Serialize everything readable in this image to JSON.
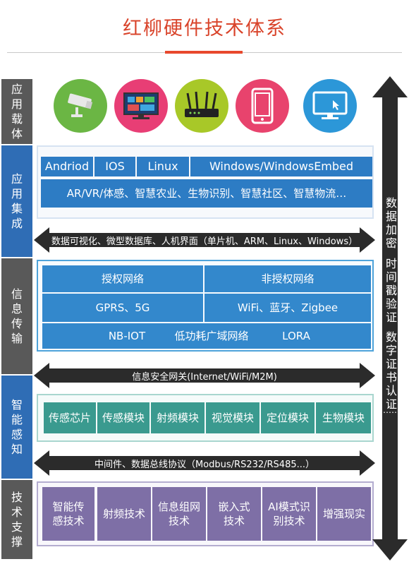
{
  "title": "红柳硬件技术体系",
  "layers": {
    "app_carrier": "应用载体",
    "app_integration": "应用集成",
    "info_transmission": "信息传输",
    "smart_sensing": "智能感知",
    "tech_support": "技术支撑"
  },
  "icons": [
    "camera-icon",
    "display-icon",
    "router-icon",
    "phone-icon",
    "monitor-icon"
  ],
  "icon_colors": [
    "#6bb644",
    "#e83e75",
    "#a8c828",
    "#e8436d",
    "#2c97d8"
  ],
  "integration": {
    "os": [
      "Andriod",
      "IOS",
      "Linux",
      "Windows/WindowsEmbed"
    ],
    "scenarios": "AR/VR/体感、智慧农业、生物识别、智慧社区、智慧物流…"
  },
  "arrow_labels": {
    "a1": "数据可视化、微型数据库、人机界面（单片机、ARM、Linux、Windows）",
    "a2": "信息安全网关(Internet/WiFi/M2M)",
    "a3": "中间件、数据总线协议（Modbus/RS232/RS485...）"
  },
  "transmission": {
    "licensed": "授权网络",
    "unlicensed": "非授权网络",
    "gprs": "GPRS、5G",
    "wifi": "WiFi、蓝牙、Zigbee",
    "nbiot": "NB-IOT",
    "lpwan": "低功耗广域网络",
    "lora": "LORA"
  },
  "sensing": [
    "传感芯片",
    "传感模块",
    "射频模块",
    "视觉模块",
    "定位模块",
    "生物模块"
  ],
  "support": [
    "智能传感技术",
    "射频技术",
    "信息组网技术",
    "嵌入式技术",
    "AI模式识别技术",
    "增强现实"
  ],
  "security": {
    "t1": "数据加密",
    "t2": "时间戳验证",
    "t3": "数字证书认证",
    "t4": "……"
  },
  "colors": {
    "accent": "#e8482d",
    "side_dark": "#595959",
    "side_blue": "#2f6db5",
    "panel_blue": "#2d7cc4",
    "sensing_teal": "#3a9a8f",
    "support_purple": "#7e6fa6"
  }
}
